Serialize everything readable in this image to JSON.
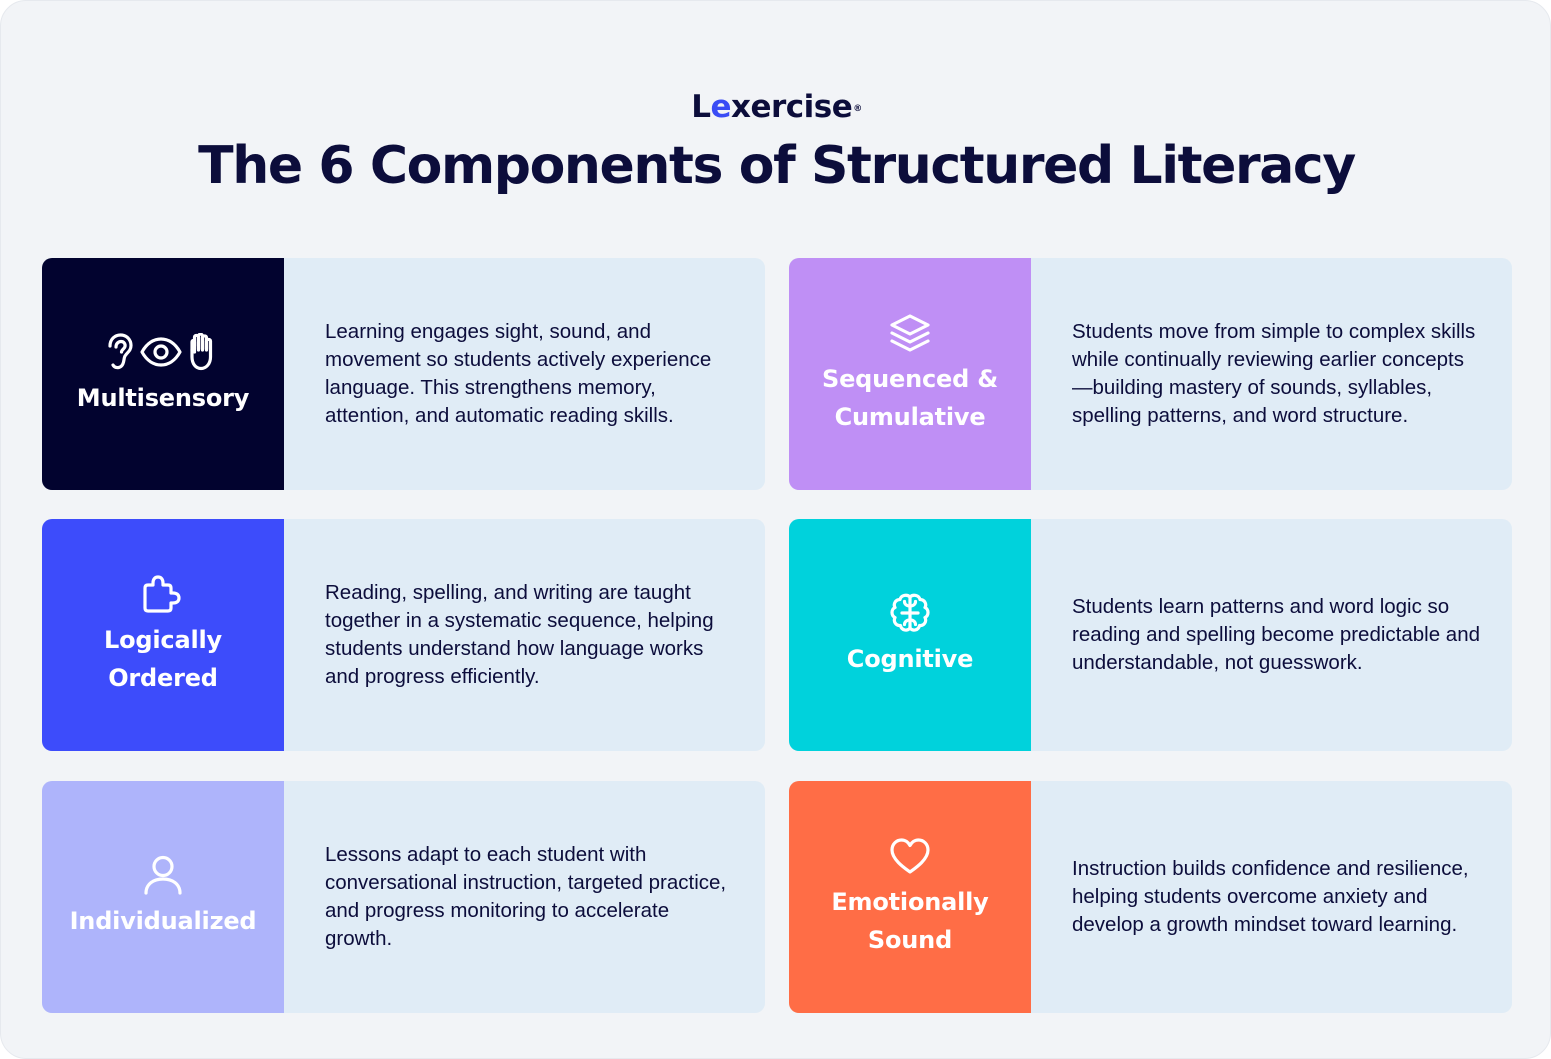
{
  "header": {
    "logo_pre": "L",
    "logo_accent": "e",
    "logo_post": "xercise",
    "logo_mark": "®",
    "title": "The 6 Components of Structured Literacy"
  },
  "colors": {
    "navy": "#02032f",
    "purple": "#bf8ff5",
    "blue": "#3d4cfb",
    "cyan": "#00d2dc",
    "lavender": "#aeb4fb",
    "orange": "#ff6d46",
    "panel": "#e0ecf6",
    "background": "#f2f4f7"
  },
  "components": [
    {
      "name": "Multisensory",
      "icons": [
        "ear-icon",
        "eye-icon",
        "hand-icon"
      ],
      "description": "Learning engages sight, sound, and movement so students actively experience language. This strengthens memory, attention, and automatic reading skills."
    },
    {
      "name": "Sequenced & Cumulative",
      "icons": [
        "layers-icon"
      ],
      "description": "Students move from simple to complex skills while continually reviewing earlier concepts—building mastery of sounds, syllables, spelling patterns, and word structure."
    },
    {
      "name": "Logically Ordered",
      "icons": [
        "puzzle-icon"
      ],
      "description": "Reading, spelling, and writing are taught together in a systematic sequence, helping students understand how language works and progress efficiently."
    },
    {
      "name": "Cognitive",
      "icons": [
        "brain-icon"
      ],
      "description": "Students learn patterns and word logic so reading and spelling become predictable and understandable, not guesswork."
    },
    {
      "name": "Individualized",
      "icons": [
        "user-icon"
      ],
      "description": "Lessons adapt to each student with conversational instruction, targeted practice, and progress monitoring to accelerate growth."
    },
    {
      "name": "Emotionally Sound",
      "icons": [
        "heart-icon"
      ],
      "description": "Instruction builds confidence and resilience, helping students overcome anxiety and develop a growth mindset toward learning."
    }
  ]
}
